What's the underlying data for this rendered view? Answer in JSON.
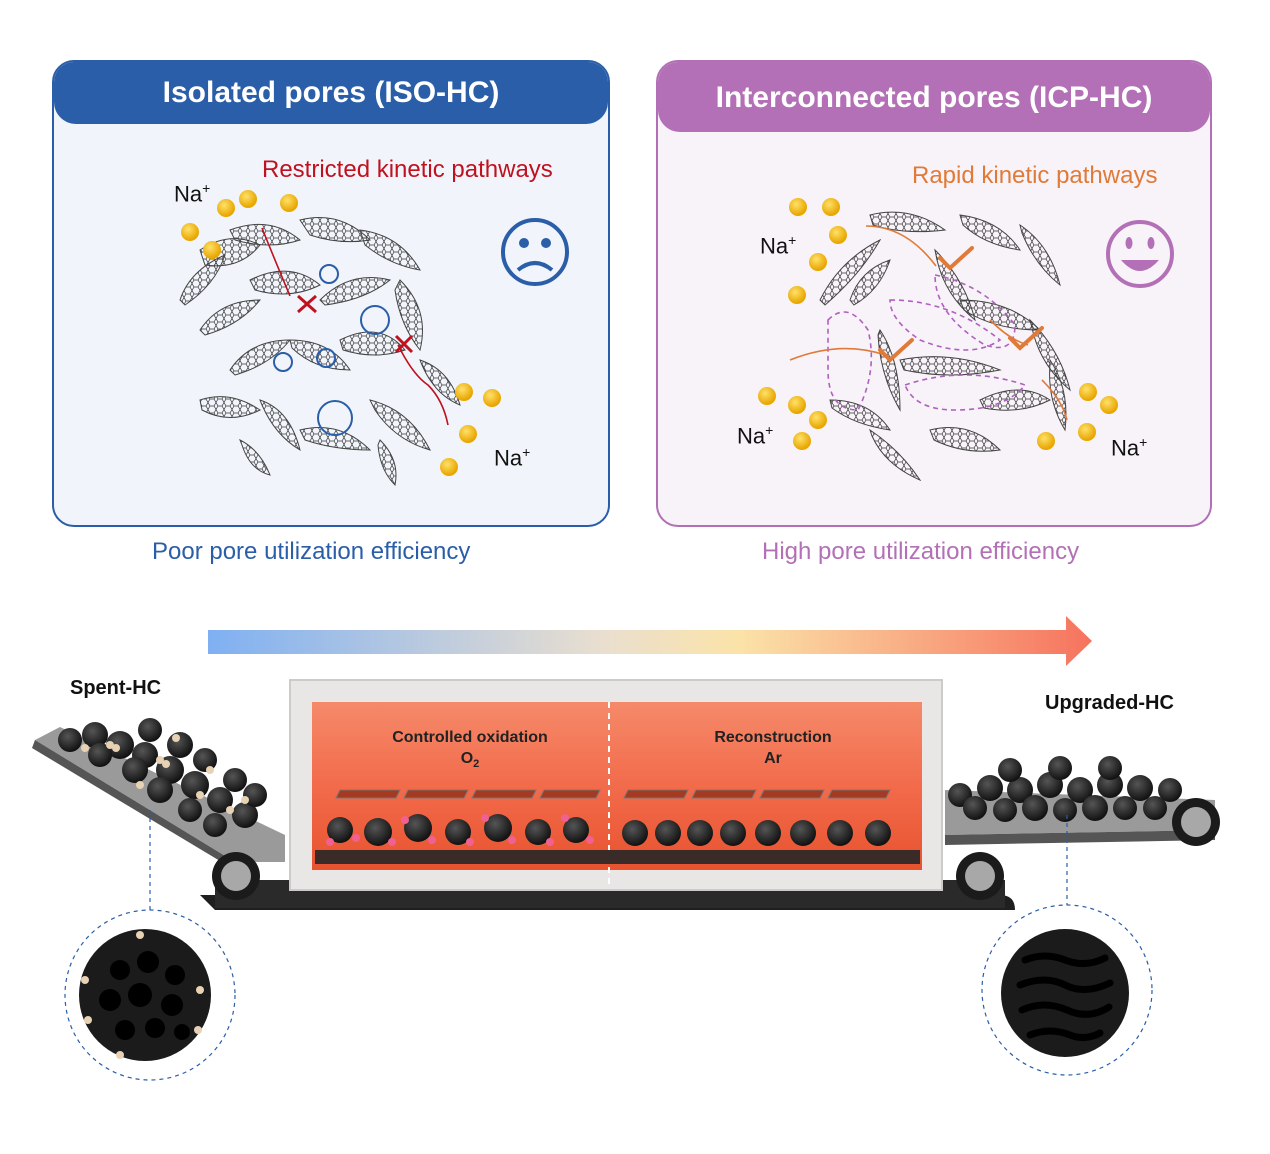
{
  "left_panel": {
    "title": "Isolated pores (ISO-HC)",
    "pathway": "Restricted kinetic pathways",
    "caption": "Poor pore utilization efficiency",
    "ion_label": "Na",
    "ion_charge": "+",
    "face": "sad-face-icon",
    "color": "#2a5ea8",
    "pathway_color": "#c0111f"
  },
  "right_panel": {
    "title": "Interconnected pores (ICP-HC)",
    "pathway": "Rapid kinetic pathways",
    "caption": "High pore utilization efficiency",
    "ion_label": "Na",
    "ion_charge": "+",
    "face": "happy-face-icon",
    "color": "#b370b6",
    "pathway_color": "#e07a38"
  },
  "process": {
    "start_label": "Spent-HC",
    "end_label": "Upgraded-HC",
    "stage1_title": "Controlled oxidation",
    "stage1_gas": "O",
    "stage1_gas_sub": "2",
    "stage2_title": "Reconstruction",
    "stage2_gas": "Ar"
  }
}
